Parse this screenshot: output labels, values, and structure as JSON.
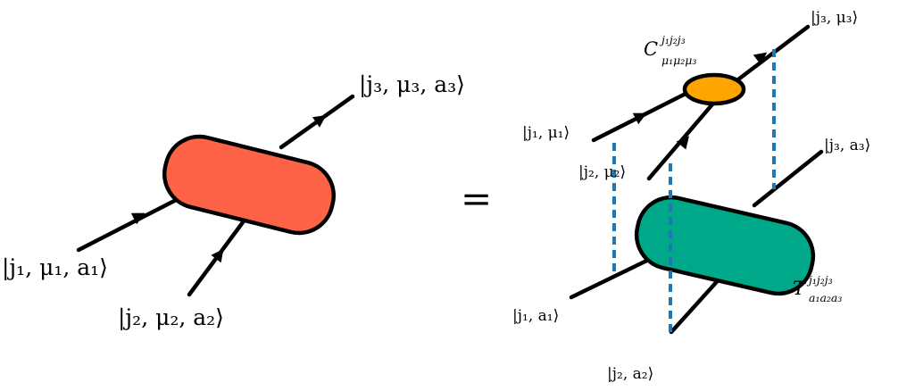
{
  "colors": {
    "lhs_tensor": "#FF6347",
    "rhs_tensor": "#00A88A",
    "cg_node": "#FFA500",
    "projection_lines": "#1f77b4",
    "wires": "#000000"
  },
  "lhs": {
    "in1_label": "|j₁, μ₁, a₁⟩",
    "in2_label": "|j₂, μ₂, a₂⟩",
    "out_label": "|j₃, μ₃, a₃⟩"
  },
  "equals_sign": "=",
  "rhs": {
    "cg_symbol": "C",
    "cg_sup": "j₁j₂j₃",
    "cg_sub": "μ₁μ₂μ₃",
    "cg_in1_label": "|j₁, μ₁⟩",
    "cg_in2_label": "|j₂, μ₂⟩",
    "cg_out_label": "|j₃, μ₃⟩",
    "t_symbol": "T",
    "t_sup": "j₁j₂j₃",
    "t_sub": "a₁a₂a₃",
    "t_in1_label": "|j₁, a₁⟩",
    "t_in2_label": "|j₂, a₂⟩",
    "t_out_label": "|j₃, a₃⟩"
  }
}
